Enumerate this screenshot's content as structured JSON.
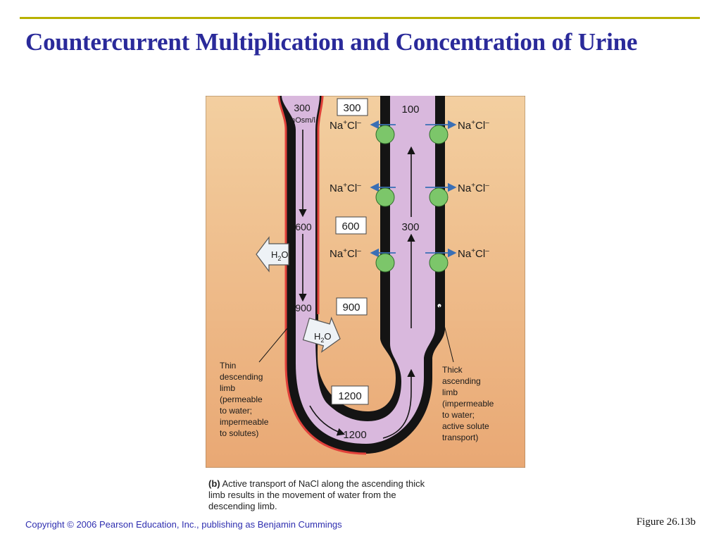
{
  "slide": {
    "title": "Countercurrent Multiplication and Concentration of Urine",
    "copyright": "Copyright © 2006 Pearson Education, Inc., publishing as Benjamin Cummings",
    "figure_number": "Figure 26.13b"
  },
  "caption": {
    "part": "(b)",
    "text": " Active transport of NaCl along the ascending thick limb results in the movement of water from the descending limb."
  },
  "diagram": {
    "colors": {
      "background_top": "#f3cfa0",
      "background_bottom": "#e9a874",
      "tubule_fill": "#d9b8dd",
      "thin_limb_border": "#e0413a",
      "thick_wall": "#141414",
      "pump": "#7cc66a",
      "arrow_blue": "#3a6fb5"
    },
    "descending_values": [
      "300",
      "600",
      "900"
    ],
    "descending_unit": "mOsm/l",
    "interstitial_values": [
      "300",
      "600",
      "900",
      "1200"
    ],
    "ascending_values": [
      "100",
      "300"
    ],
    "bottom_value": "1200",
    "ion": {
      "na": "Na",
      "na_charge": "+",
      "cl": "Cl",
      "cl_charge": "–"
    },
    "water": {
      "h": "H",
      "sub": "2",
      "o": "O"
    },
    "thin_limb_label": [
      "Thin",
      "descending",
      "limb",
      "(permeable",
      "to water;",
      "impermeable",
      "to solutes)"
    ],
    "thick_limb_label": [
      "Thick",
      "ascending",
      "limb",
      "(impermeable",
      "to water;",
      "active solute",
      "transport)"
    ]
  }
}
